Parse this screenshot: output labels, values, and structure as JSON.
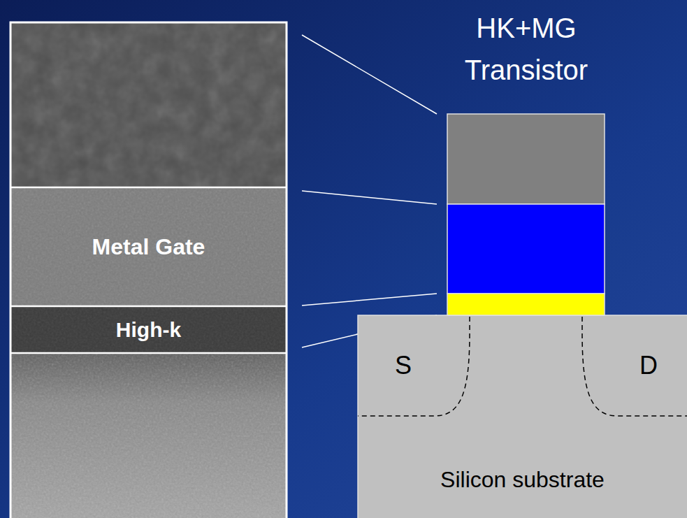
{
  "diagram": {
    "title": "HK+MG Transistor",
    "nodes": [
      {
        "text": [
          "Metal Gate"
        ]
      },
      {
        "text": [
          "High-k"
        ]
      },
      {
        "text": [
          "Silicon substrate"
        ]
      },
      {
        "text": [
          "S"
        ],
        "in": 2
      },
      {
        "text": [
          "D"
        ],
        "in": 2
      }
    ]
  }
}
